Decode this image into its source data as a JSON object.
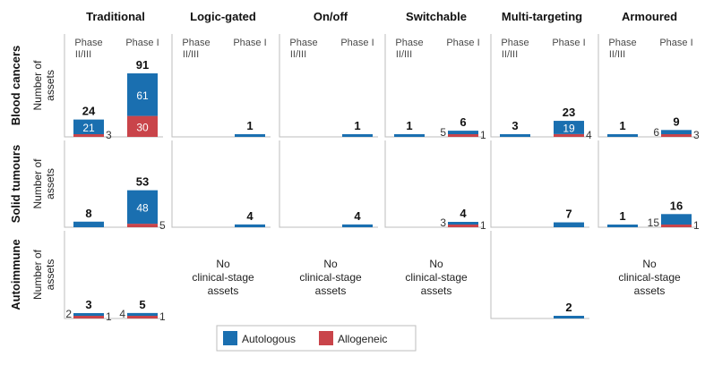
{
  "colors": {
    "autologous": "#1a6fb0",
    "allogeneic": "#c9444a"
  },
  "legend": [
    {
      "key": "autologous",
      "label": "Autologous"
    },
    {
      "key": "allogeneic",
      "label": "Allogeneic"
    }
  ],
  "no_data_lines": [
    "No",
    "clinical-stage",
    "assets"
  ],
  "chart_data": {
    "type": "bar",
    "stacked": true,
    "columns": [
      "Traditional",
      "Logic-gated",
      "On/off",
      "Switchable",
      "Multi-targeting",
      "Armoured"
    ],
    "categories": [
      "Phase II/III",
      "Phase I"
    ],
    "category_lines": [
      [
        "Phase",
        "II/III"
      ],
      [
        "Phase I"
      ]
    ],
    "rows": [
      {
        "label": "Blood cancers",
        "ylabel": [
          "Number of",
          "assets"
        ]
      },
      {
        "label": "Solid tumours",
        "ylabel": [
          "Number of",
          "assets"
        ]
      },
      {
        "label": "Autoimmune",
        "ylabel": [
          "Number of",
          "assets"
        ]
      }
    ],
    "series": [
      "Autologous",
      "Allogeneic"
    ],
    "panels": [
      {
        "row": 0,
        "col": 0,
        "bars": [
          {
            "category": "Phase II/III",
            "total": 24,
            "autologous": 21,
            "allogeneic": 3,
            "labels": [
              "21",
              "3"
            ]
          },
          {
            "category": "Phase I",
            "total": 91,
            "autologous": 61,
            "allogeneic": 30,
            "labels": [
              "61",
              "30"
            ]
          }
        ]
      },
      {
        "row": 0,
        "col": 1,
        "bars": [
          {
            "category": "Phase I",
            "total": 1,
            "autologous": 1,
            "allogeneic": 0
          }
        ]
      },
      {
        "row": 0,
        "col": 2,
        "bars": [
          {
            "category": "Phase I",
            "total": 1,
            "autologous": 1,
            "allogeneic": 0
          }
        ]
      },
      {
        "row": 0,
        "col": 3,
        "bars": [
          {
            "category": "Phase II/III",
            "total": 1,
            "autologous": 1,
            "allogeneic": 0
          },
          {
            "category": "Phase I",
            "total": 6,
            "autologous": 5,
            "allogeneic": 1,
            "labels": [
              "5",
              "1"
            ]
          }
        ]
      },
      {
        "row": 0,
        "col": 4,
        "bars": [
          {
            "category": "Phase II/III",
            "total": 3,
            "autologous": 3,
            "allogeneic": 0
          },
          {
            "category": "Phase I",
            "total": 23,
            "autologous": 19,
            "allogeneic": 4,
            "labels": [
              "19",
              "4"
            ]
          }
        ]
      },
      {
        "row": 0,
        "col": 5,
        "bars": [
          {
            "category": "Phase II/III",
            "total": 1,
            "autologous": 1,
            "allogeneic": 0
          },
          {
            "category": "Phase I",
            "total": 9,
            "autologous": 6,
            "allogeneic": 3,
            "labels": [
              "6",
              "3"
            ]
          }
        ]
      },
      {
        "row": 1,
        "col": 0,
        "bars": [
          {
            "category": "Phase II/III",
            "total": 8,
            "autologous": 8,
            "allogeneic": 0
          },
          {
            "category": "Phase I",
            "total": 53,
            "autologous": 48,
            "allogeneic": 5,
            "labels": [
              "48",
              "5"
            ]
          }
        ]
      },
      {
        "row": 1,
        "col": 1,
        "bars": [
          {
            "category": "Phase I",
            "total": 4,
            "autologous": 4,
            "allogeneic": 0
          }
        ]
      },
      {
        "row": 1,
        "col": 2,
        "bars": [
          {
            "category": "Phase I",
            "total": 4,
            "autologous": 4,
            "allogeneic": 0
          }
        ]
      },
      {
        "row": 1,
        "col": 3,
        "bars": [
          {
            "category": "Phase I",
            "total": 4,
            "autologous": 3,
            "allogeneic": 1,
            "labels": [
              "3",
              "1"
            ]
          }
        ]
      },
      {
        "row": 1,
        "col": 4,
        "bars": [
          {
            "category": "Phase I",
            "total": 7,
            "autologous": 7,
            "allogeneic": 0
          }
        ]
      },
      {
        "row": 1,
        "col": 5,
        "bars": [
          {
            "category": "Phase II/III",
            "total": 1,
            "autologous": 1,
            "allogeneic": 0
          },
          {
            "category": "Phase I",
            "total": 16,
            "autologous": 15,
            "allogeneic": 1,
            "labels": [
              "15",
              "1"
            ]
          }
        ]
      },
      {
        "row": 2,
        "col": 0,
        "bars": [
          {
            "category": "Phase II/III",
            "total": 3,
            "autologous": 2,
            "allogeneic": 1,
            "labels": [
              "2",
              "1"
            ]
          },
          {
            "category": "Phase I",
            "total": 5,
            "autologous": 4,
            "allogeneic": 1,
            "labels": [
              "4",
              "1"
            ]
          }
        ]
      },
      {
        "row": 2,
        "col": 1,
        "no_data": true
      },
      {
        "row": 2,
        "col": 2,
        "no_data": true
      },
      {
        "row": 2,
        "col": 3,
        "no_data": true
      },
      {
        "row": 2,
        "col": 4,
        "bars": [
          {
            "category": "Phase I",
            "total": 2,
            "autologous": 2,
            "allogeneic": 0
          }
        ]
      },
      {
        "row": 2,
        "col": 5,
        "no_data": true
      }
    ]
  }
}
